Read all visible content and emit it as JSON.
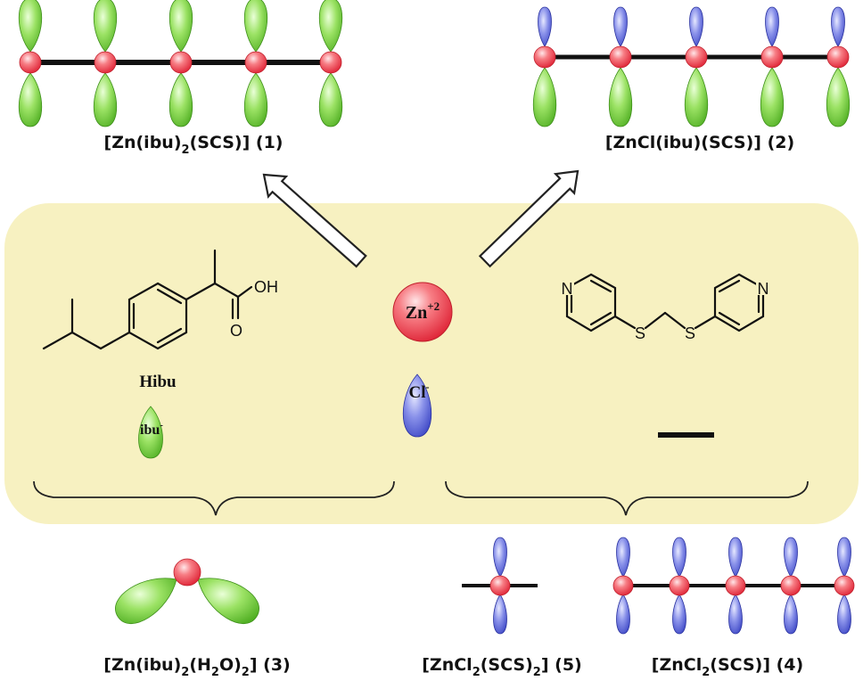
{
  "colors": {
    "background_panel": "#f7f1c1",
    "ligand_green": "#7fd14a",
    "chloride_blue": "#5a63d6",
    "zinc_red": "#f4545e",
    "arrow_outline": "#222222"
  },
  "labels": {
    "c1": {
      "pre": "[Zn(ibu)",
      "sub1": "2",
      "post": "(SCS)] (1)"
    },
    "c2": {
      "text": "[ZnCl(ibu)(SCS)] (2)"
    },
    "c3": {
      "pre": "[Zn(ibu)",
      "sub1": "2",
      "mid1": "(H",
      "sub2": "2",
      "mid2": "O)",
      "sub3": "2",
      "post": "] (3)"
    },
    "c5": {
      "pre": "[ZnCl",
      "sub1": "2",
      "mid": "(SCS)",
      "sub2": "2",
      "post": "] (5)"
    },
    "c4": {
      "pre": "[ZnCl",
      "sub1": "2",
      "post": "(SCS)] (4)"
    }
  },
  "center": {
    "zn": {
      "base": "Zn",
      "sup": "+2"
    },
    "cl": {
      "base": "Cl",
      "sup": "-"
    }
  },
  "ibuprofen": {
    "name": "Hibu",
    "ion": {
      "base": "ibu",
      "sup": "-"
    },
    "oh": "OH",
    "o": "O"
  },
  "scs": {
    "n_left": "N",
    "n_right": "N",
    "s_left": "S",
    "s_right": "S"
  }
}
